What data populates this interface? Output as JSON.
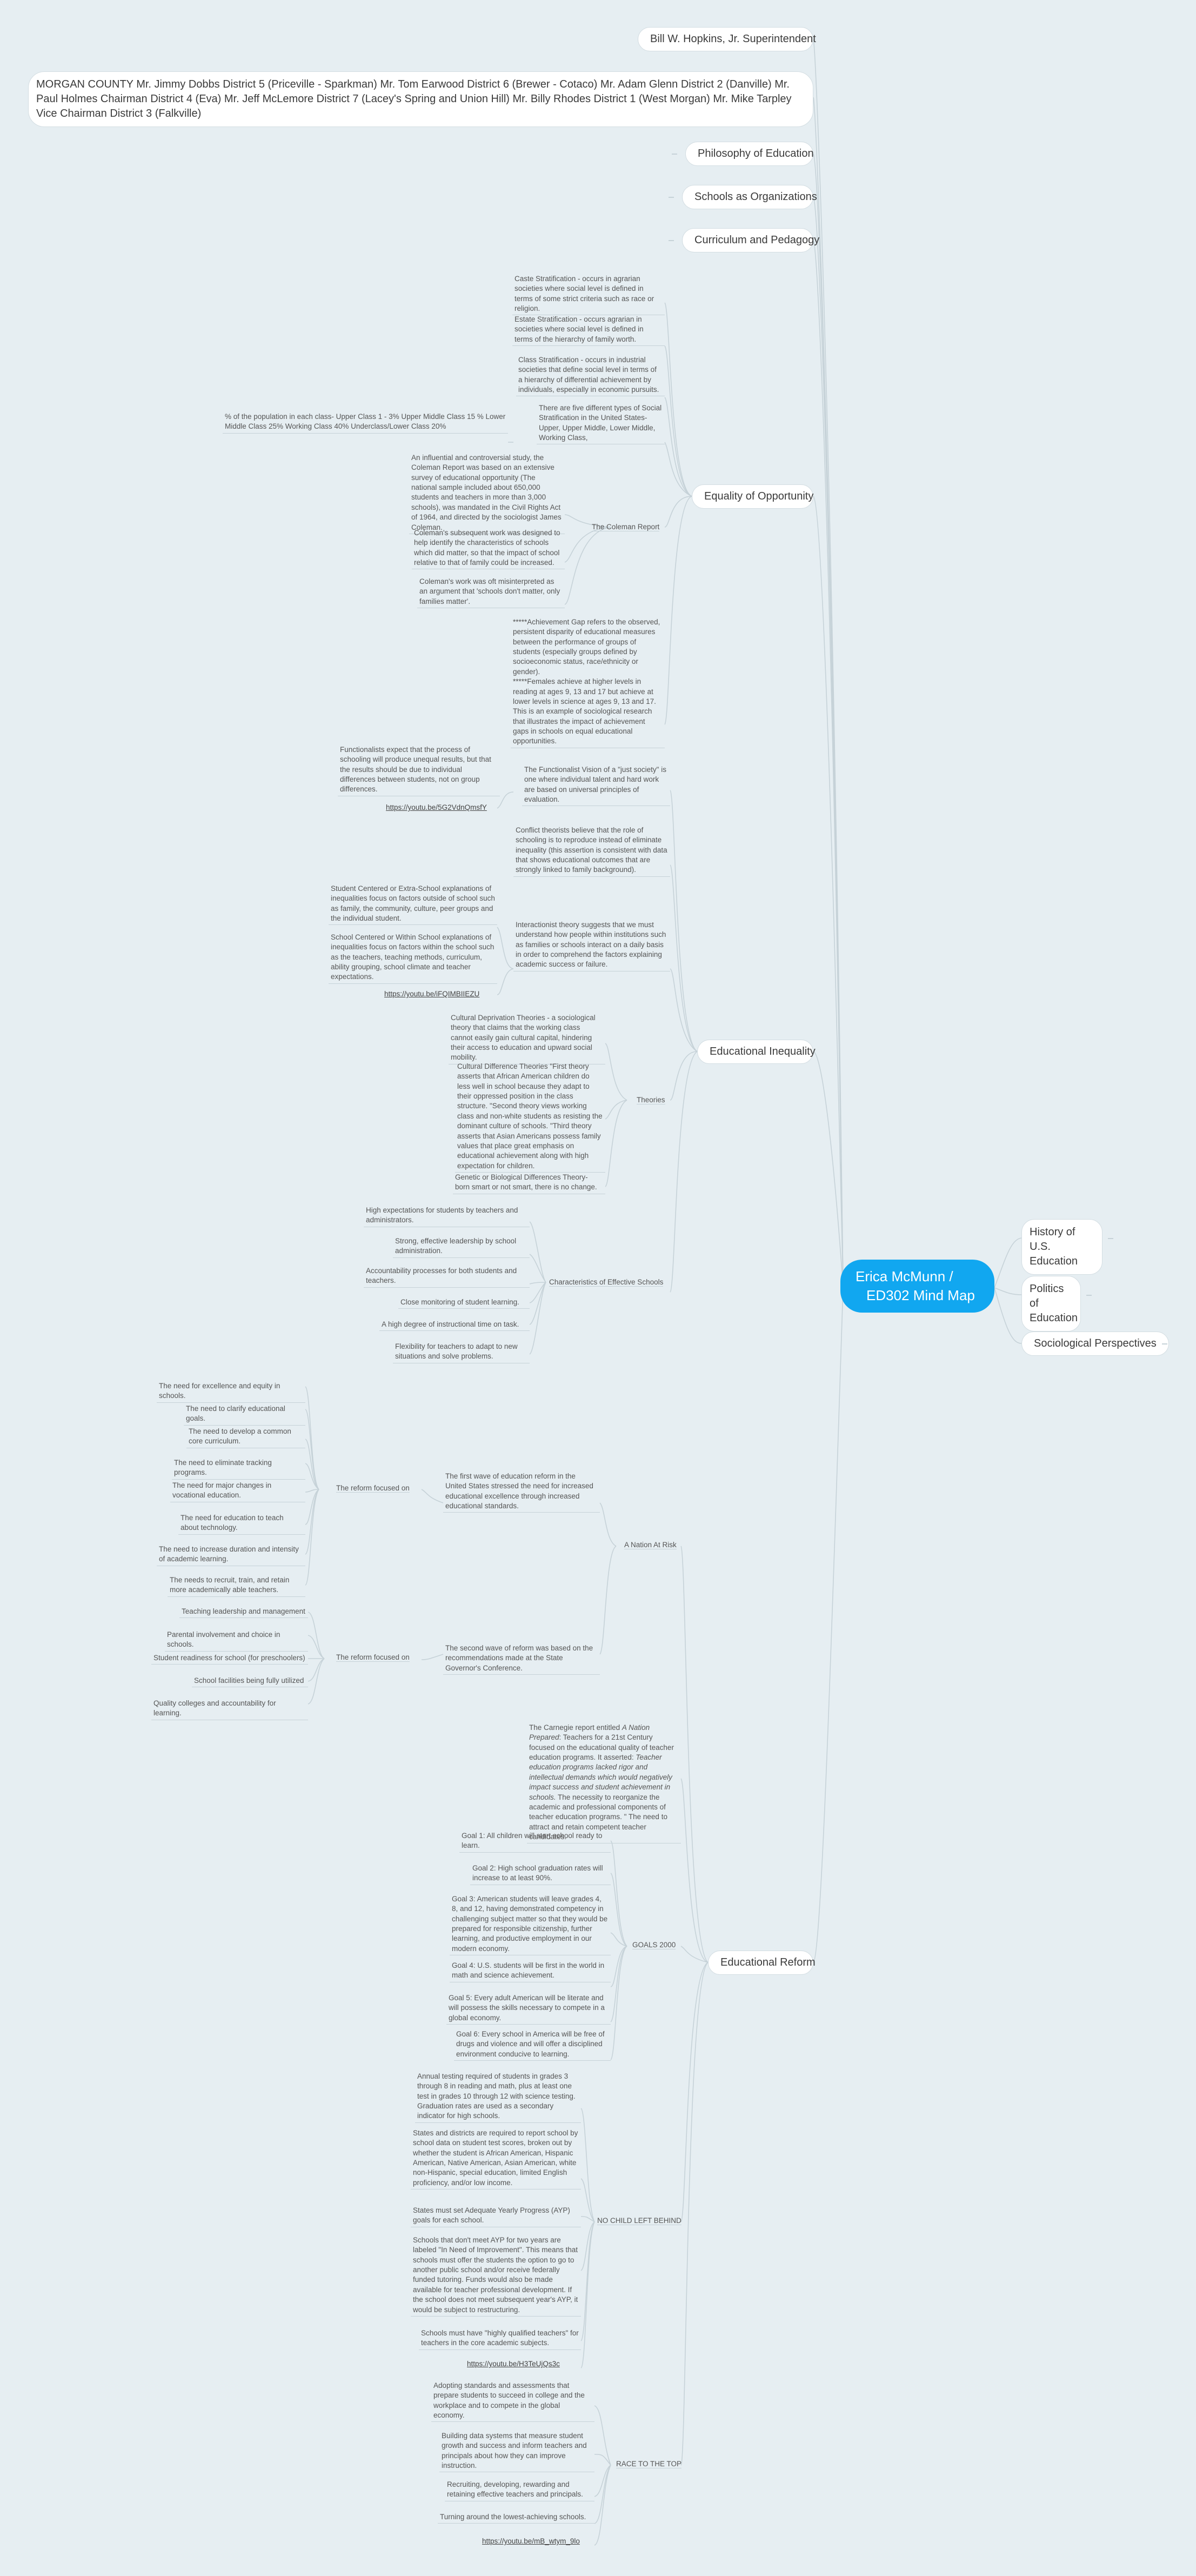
{
  "root": {
    "line1": "Erica McMunn /",
    "line2": "ED302 Mind Map"
  },
  "right_topics": [
    {
      "label_line1": "History of U.S.",
      "label_line2": "Education"
    },
    {
      "label_line1": "Politics of",
      "label_line2": "Education"
    },
    {
      "label_line1": "Sociological Perspectives",
      "label_line2": ""
    }
  ],
  "topics": {
    "superintendent": "Bill W. Hopkins, Jr.  Superintendent",
    "board": "MORGAN COUNTY  Mr. Jimmy Dobbs     District 5 (Priceville - Sparkman)     Mr. Tom Earwood     District 6 (Brewer - Cotaco)      Mr. Adam Glenn     District 2 (Danville)     Mr. Paul Holmes     Chairman District 4 (Eva)     Mr. Jeff McLemore     District 7 (Lacey's Spring and Union Hill)      Mr. Billy Rhodes     District 1 (West Morgan)      Mr. Mike Tarpley     Vice Chairman District 3 (Falkville)",
    "philosophy": "Philosophy of Education",
    "schools_org": "Schools as Organizations",
    "curriculum": "Curriculum and Pedagogy",
    "equality": "Equality of Opportunity",
    "inequality": "Educational Inequality",
    "reform": "Educational Reform"
  },
  "equality": {
    "caste": "Caste Stratification - occurs in agrarian societies where social level is defined in terms of some strict criteria such as race or religion.",
    "estate": "Estate Stratification - occurs agrarian in societies where social level is defined in terms of the hierarchy of family worth.",
    "class": "Class Stratification - occurs in industrial societies that define social level in terms of a hierarchy of differential achievement by individuals, especially in economic pursuits.",
    "five_types": "There are five different types of Social Stratification in the United States- Upper, Upper Middle, Lower Middle, Working Class,",
    "percent": "% of the population in each class- Upper Class 1 - 3%  Upper Middle Class 15 %  Lower Middle Class 25%  Working Class 40%  Underclass/Lower Class 20%",
    "coleman_label": "The Coleman Report",
    "coleman1": "An influential and controversial study, the Coleman Report was based on an extensive survey of educational opportunity (The national sample included about 650,000 students and teachers in more than 3,000 schools), was mandated in the Civil Rights Act of 1964, and directed by the sociologist James Coleman.",
    "coleman2": "Coleman's subsequent work was designed to help identify the characteristics of schools which did matter, so that the impact of school relative to that of family could be increased.",
    "coleman3": "Coleman's work was oft misinterpreted as an argument that 'schools don't matter, only families matter'.",
    "gap": "*****Achievement Gap refers to the observed, persistent disparity of educational measures between the performance of groups of students (especially groups defined by socioeconomic status, race/ethnicity or gender).\n*****Females achieve at higher levels in reading at ages 9, 13 and 17 but achieve at lower levels in science at ages 9, 13 and 17. This is an example of sociological research that illustrates the impact of achievement gaps in schools on equal educational opportunities."
  },
  "inequality": {
    "functionalists": "Functionalists expect that the process of schooling will produce unequal results, but that the results should be due to individual differences between students, not on group differences.",
    "link1": "https://youtu.be/5G2VdnQmsfY",
    "functional_vision": "The Functionalist Vision of a \"just society\" is one where individual talent and hard work are based on universal principles of evaluation.",
    "conflict": "Conflict theorists believe that the role of schooling is to reproduce instead of eliminate inequality (this assertion is consistent with data that shows educational outcomes that are strongly linked to family background).",
    "student_centered": "Student Centered or Extra-School explanations of inequalities focus on factors outside of school such as family, the community, culture, peer groups and the individual student.",
    "school_centered": "School Centered or Within School explanations of inequalities focus on factors within the school such as the teachers, teaching methods, curriculum, ability grouping, school climate and teacher expectations.",
    "link2": "https://youtu.be/iFQIMBIIEZU",
    "interactionist": "Interactionist theory suggests that we must understand how people within institutions such as families or schools interact on a daily basis in order to comprehend the factors explaining academic success or failure.",
    "deprivation": "Cultural Deprivation Theories - a sociological theory that claims that the working class cannot easily gain cultural capital, hindering their access to education and upward social mobility.",
    "difference": "Cultural Difference Theories \"First theory asserts that African American children do less well in school because they adapt to their oppressed position in the class structure. \"Second theory views working class and non-white students as resisting the dominant culture of schools. \"Third theory asserts that Asian Americans possess family values that place great emphasis on educational achievement along with high expectation for children.",
    "genetic": "Genetic or Biological Differences Theory- born smart or not smart, there is no change.",
    "theories_label": "Theories",
    "effective_label": "Characteristics of Effective Schools",
    "eff": [
      "High expectations for students by teachers and administrators.",
      "Strong, effective leadership by school administration.",
      "Accountability processes for both students and teachers.",
      "Close monitoring of student learning.",
      "A high degree of instructional time on task.",
      "Flexibility for teachers to adapt to new situations and solve problems."
    ]
  },
  "reform": {
    "nation_label": "A Nation At Risk",
    "first_wave": "The first wave of education reform in the United States stressed the need for increased educational excellence through increased educational standards.",
    "reform_focused1": "The reform focused on",
    "needs": [
      "The need for excellence and equity in schools.",
      "The need to clarify educational goals.",
      "The need to develop a common core curriculum.",
      "The need to eliminate tracking programs.",
      "The need for major changes in vocational education.",
      "The need for education to teach about technology.",
      "The need to increase duration and intensity of academic learning.",
      "The needs to recruit, train, and retain more academically able teachers."
    ],
    "second_wave": "The second wave of reform was based on the recommendations made at the State Governor's Conference.",
    "reform_focused2": "The reform  focused on",
    "focus2": [
      "Teaching leadership and management",
      "Parental involvement and choice in schools.",
      "Student readiness for school (for preschoolers)",
      "School facilities being fully utilized",
      "Quality colleges and accountability for learning."
    ],
    "carnegie_a": "The Carnegie report entitled ",
    "carnegie_b": "A Nation Prepared",
    "carnegie_c": ": Teachers for a 21st Century focused on the educational quality of teacher education programs. It asserted: ",
    "carnegie_d": "Teacher education programs lacked rigor and intellectual demands which would negatively impact success and student achievement in schools.",
    "carnegie_e": " The necessity to reorganize the academic and professional components of teacher education programs. \" The need to attract and retain competent teacher candidates.",
    "goals_label": "GOALS 2000",
    "goals": [
      "Goal 1: All children will start school ready to learn.",
      "Goal 2: High school graduation rates will increase to at least 90%.",
      "Goal 3: American students will leave grades 4, 8, and 12, having demonstrated competency in challenging subject matter so that they would be prepared for responsible citizenship, further learning, and productive employment in our modern economy.",
      "Goal 4: U.S. students will be first in the world in math and science achievement.",
      "Goal 5: Every adult American will be literate and will possess the skills necessary to compete in a global economy.",
      "Goal 6: Every school in America will be free of drugs and violence and will offer a disciplined environment conducive to learning."
    ],
    "nclb_label": "NO CHILD LEFT BEHIND",
    "nclb": [
      "Annual testing required of students in grades 3 through 8 in reading and math, plus at least one test in grades 10 through 12 with science testing. Graduation rates are used as a secondary indicator for high schools.",
      "States and districts are required to report school by school data on student test scores, broken out by whether the student is African American, Hispanic American, Native American, Asian American, white non-Hispanic, special education, limited English proficiency, and/or low income.",
      "States must set Adequate Yearly Progress (AYP) goals for each school.",
      "Schools that don't meet AYP for two years are labeled \"In Need of Improvement\". This means that schools must offer the students the option to go to another public school and/or receive federally funded tutoring. Funds would also be made available for teacher professional development. If the school does not meet subsequent year's AYP, it would be subject to restructuring.",
      "Schools must have \"highly qualified teachers\" for teachers in the core academic subjects."
    ],
    "link3": "https://youtu.be/H3TeUjQs3c",
    "rttt_label": "RACE TO THE TOP",
    "rttt": [
      "Adopting standards and assessments that prepare students to succeed in college and the workplace and to compete in the global economy.",
      "Building data systems that measure student growth and success and inform teachers and principals about how they can improve instruction.",
      "Recruiting, developing, rewarding and retaining effective teachers and principals.",
      "Turning around the lowest-achieving schools."
    ],
    "link4": "https://youtu.be/mB_wtym_9lo"
  }
}
